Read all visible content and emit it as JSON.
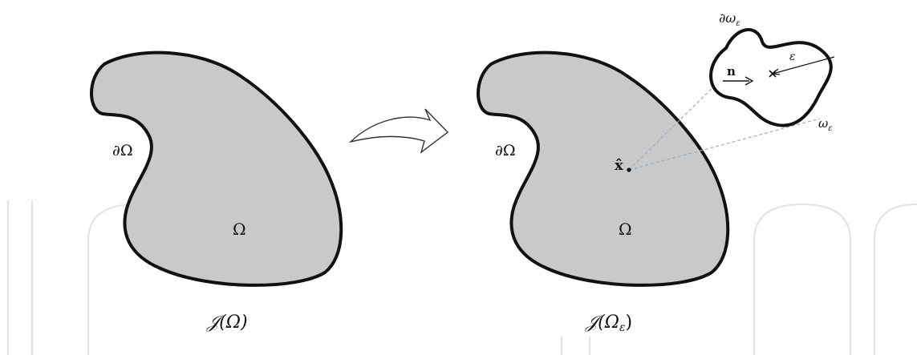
{
  "colors": {
    "domain_fill": "#c9c9c9",
    "boundary_stroke": "#111111",
    "dashed_guide": "#8fb0c8",
    "arrow_outline": "#333333"
  },
  "left_panel": {
    "boundary_label": "∂Ω",
    "domain_label": "Ω",
    "caption": "𝒥(Ω)"
  },
  "transform_arrow": {
    "icon": "curved-arrow-icon"
  },
  "right_panel": {
    "boundary_label": "∂Ω",
    "domain_label": "Ω",
    "point_label": "x̂",
    "caption": "𝒥(Ω",
    "caption_subscript": "ε",
    "caption_close": ")",
    "inset": {
      "boundary_label": "∂ω",
      "boundary_subscript": "ε",
      "normal_label": "n",
      "radius_label": "ε",
      "hole_label": "ω",
      "hole_subscript": "ε"
    }
  }
}
